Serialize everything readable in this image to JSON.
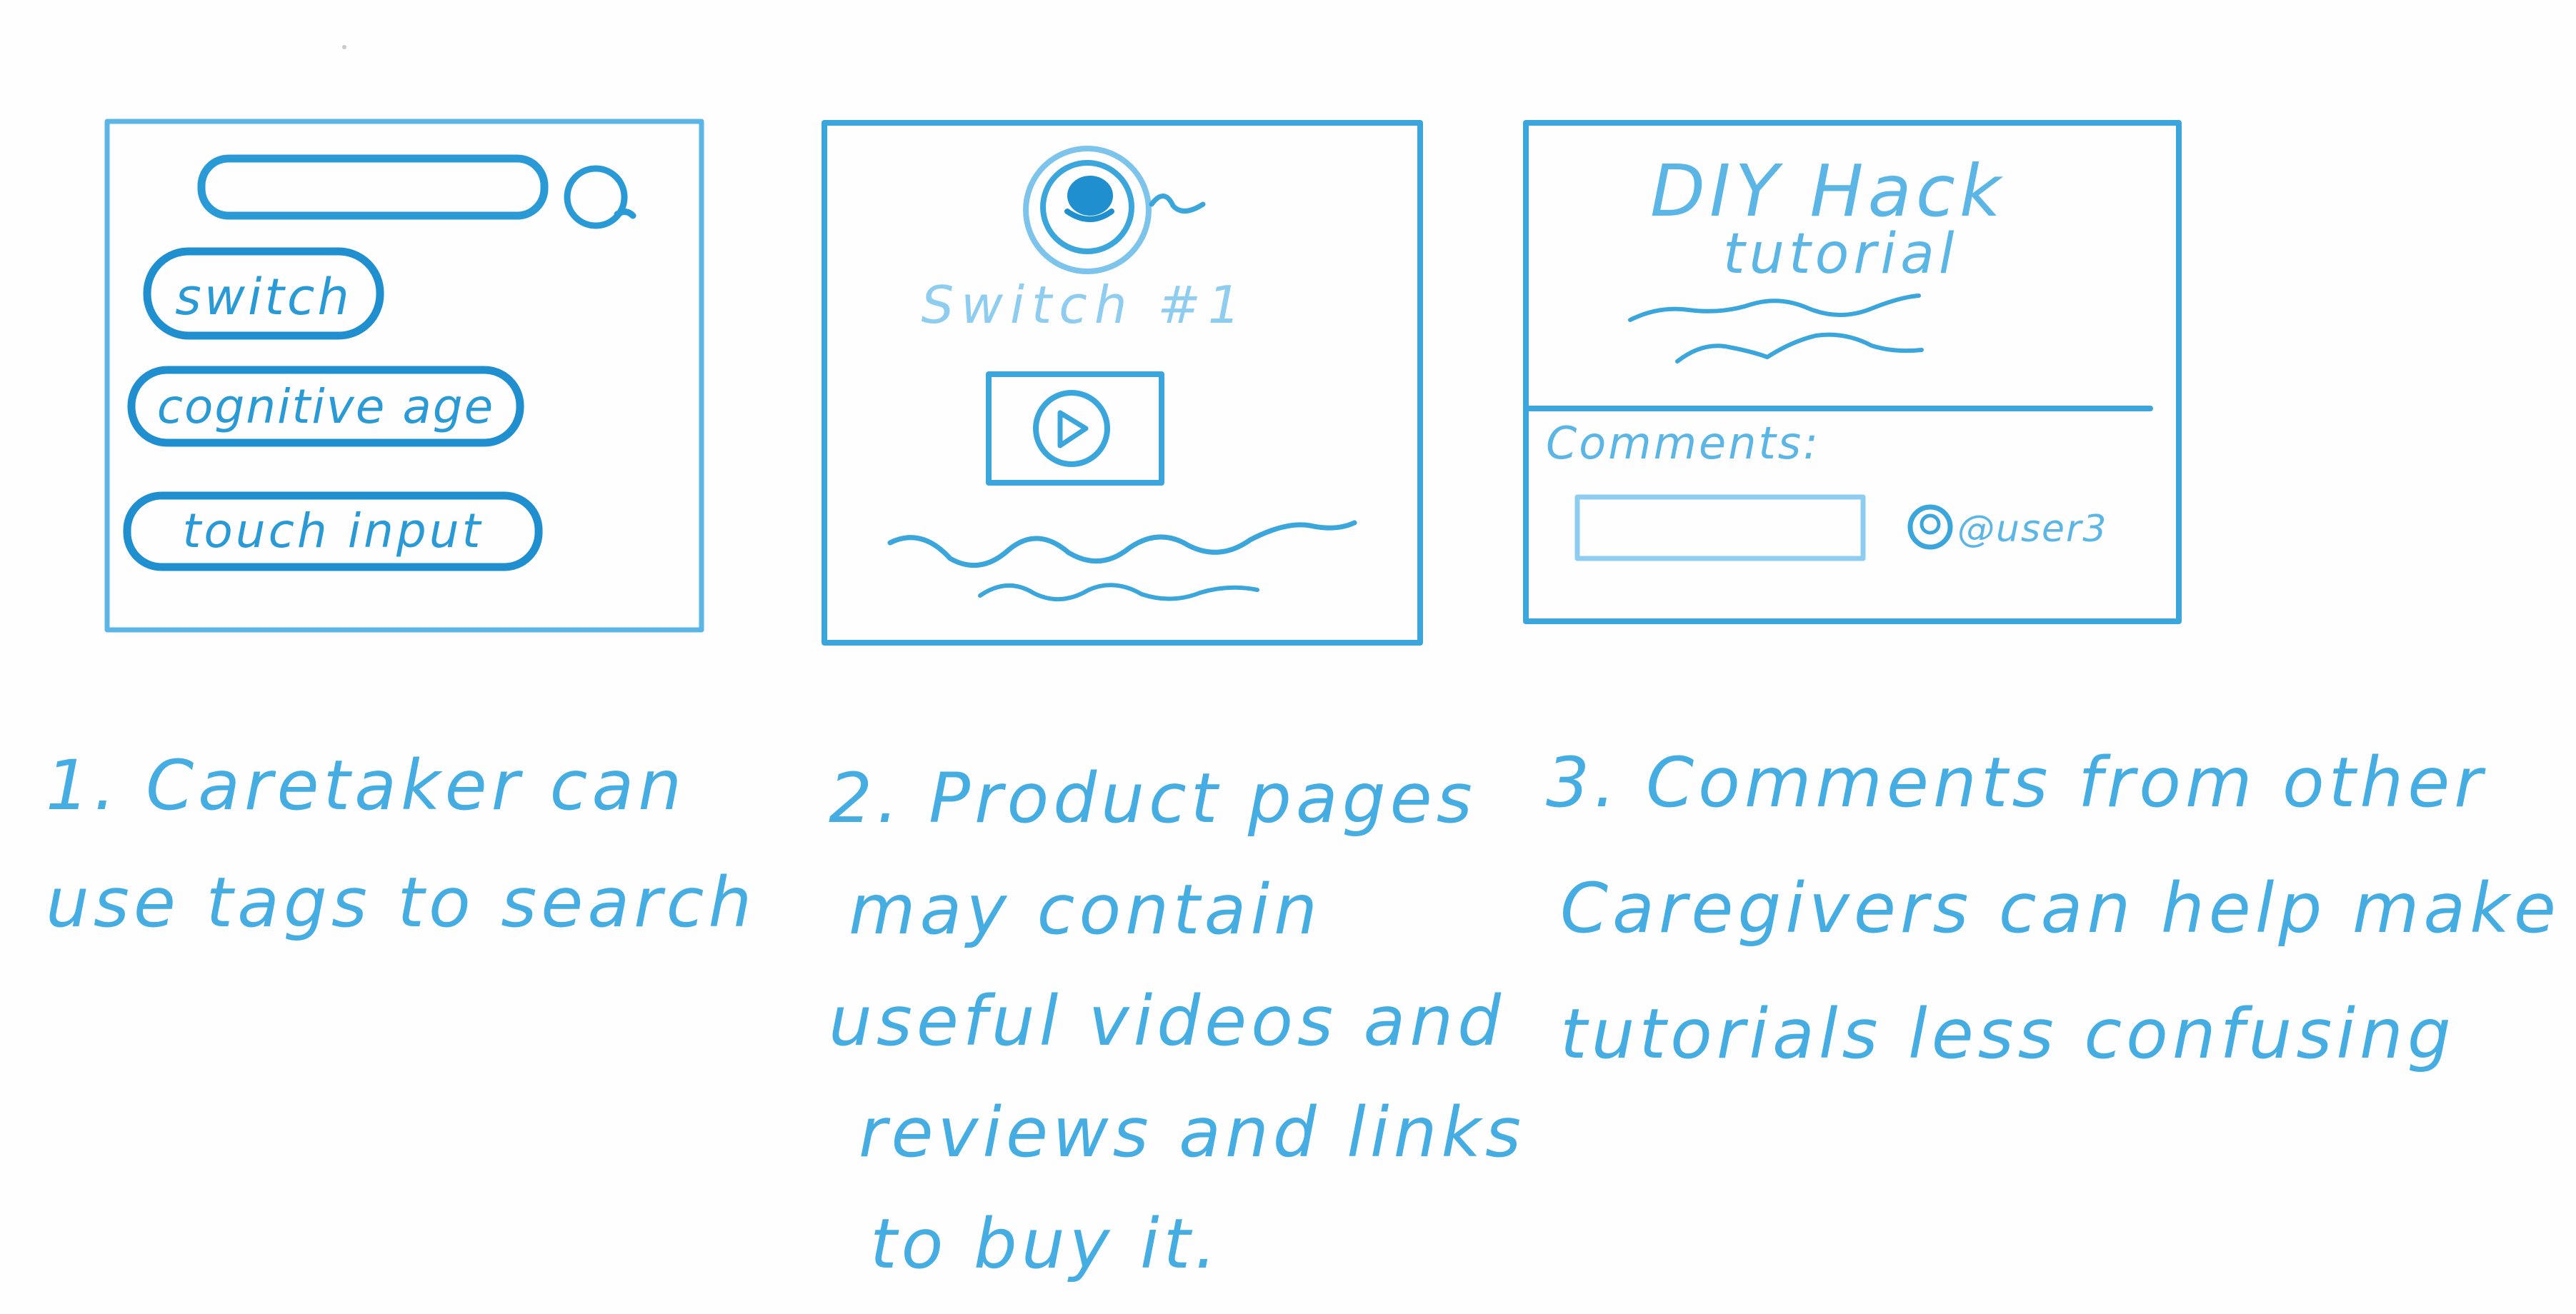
{
  "panels": [
    {
      "search_icon": "magnifier-icon",
      "tags": [
        "switch",
        "cognitive age",
        "touch input"
      ],
      "caption_lines": [
        "1. Caretaker can",
        "use tags to search"
      ]
    },
    {
      "product_title": "Switch #1",
      "product_image_icon": "switch-button-icon",
      "video_icon": "play-icon",
      "caption_lines": [
        "2. Product pages",
        "may contain",
        "useful videos and",
        "reviews and links",
        "to buy it."
      ]
    },
    {
      "title_line1": "DIY Hack",
      "title_line2": "tutorial",
      "comments_label": "Comments:",
      "user_label": "@user3",
      "user_icon": "user-avatar-icon",
      "caption_lines": [
        "3. Comments from other",
        "Caregivers can help make",
        "tutorials less confusing"
      ]
    }
  ],
  "colors": {
    "ink": "#3aa6dc",
    "ink_light": "#8fcdf0",
    "ink_dark": "#1f8fcf",
    "background": "#fefefe"
  }
}
